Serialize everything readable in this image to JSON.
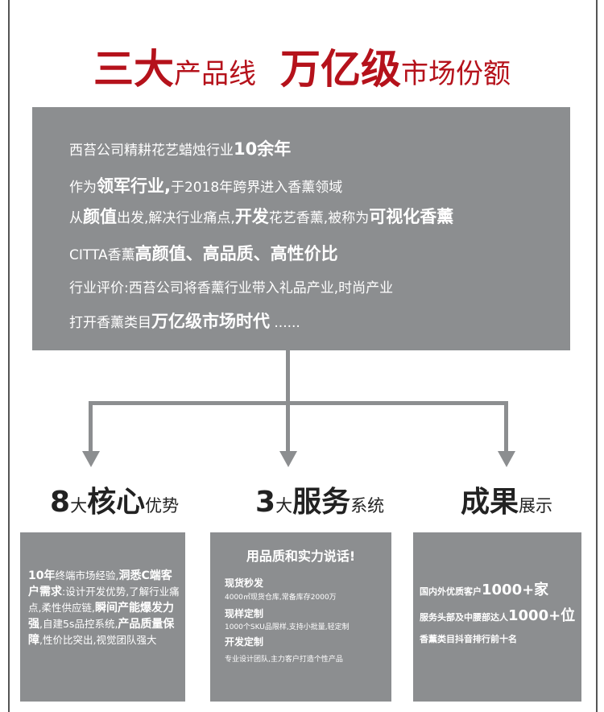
{
  "title": {
    "part1_big": "三大",
    "part1_small": "产品线",
    "part2_big": "万亿级",
    "part2_small": "市场份额"
  },
  "intro": {
    "line1": {
      "a": "西苔公司精耕花艺蜡烛行业",
      "b": "10余年"
    },
    "line2": {
      "a": "作为",
      "b": "领军行业,",
      "c": "于2018年跨界进入香薰领域"
    },
    "line3": {
      "a": "从",
      "b": "颜值",
      "c": "出发,解决行业痛点,",
      "d": "开发",
      "e": "花艺香薰,被称为",
      "f": "可视化香薰"
    },
    "line4": {
      "a": "CITTA香薰",
      "b": "高颜值、高品质、高性价比"
    },
    "line5": {
      "a": "行业评价:西苔公司将香薰行业带入礼品产业,时尚产业"
    },
    "line6": {
      "a": "打开香薰类目",
      "b": "万亿级市场时代",
      "c": "......"
    }
  },
  "sections": [
    {
      "big1": "8",
      "small": "大",
      "big2": "核心",
      "small2": "优势"
    },
    {
      "big1": "3",
      "small": "大",
      "big2": "服务",
      "small2": "系统"
    },
    {
      "big1": "",
      "small": "",
      "big2": "成果",
      "small2": "展示"
    }
  ],
  "card1": {
    "p1": "10年",
    "p2": "终端市场经验,",
    "p3": "洞悉C端客户需求",
    "p4": ":设计开发优势,了解行业痛点,柔性供应链,",
    "p5": "瞬间产能爆发力强",
    "p6": ",自建5s品控系统,",
    "p7": "产品质量保障",
    "p8": ",性价比突出,视觉团队强大"
  },
  "card2": {
    "title": "用品质和实力说话!",
    "items": [
      {
        "name": "现货秒发",
        "desc": "4000㎡现货仓库,常备库存2000万"
      },
      {
        "name": "现样定制",
        "desc": "1000个SKU品限样,支持小批量,轻定制"
      },
      {
        "name": "开发定制",
        "desc": "专业设计团队,主力客户打造个性产品"
      }
    ]
  },
  "card3": {
    "rows": [
      {
        "a": "国内外优质客户",
        "b": "1000+家"
      },
      {
        "a": "服务头部及中腰部达人",
        "b": "1000+位"
      },
      {
        "a": "香薰类目抖音排行前十名",
        "b": ""
      }
    ]
  },
  "colors": {
    "accent": "#b5121b",
    "panel": "#8c8e90"
  }
}
